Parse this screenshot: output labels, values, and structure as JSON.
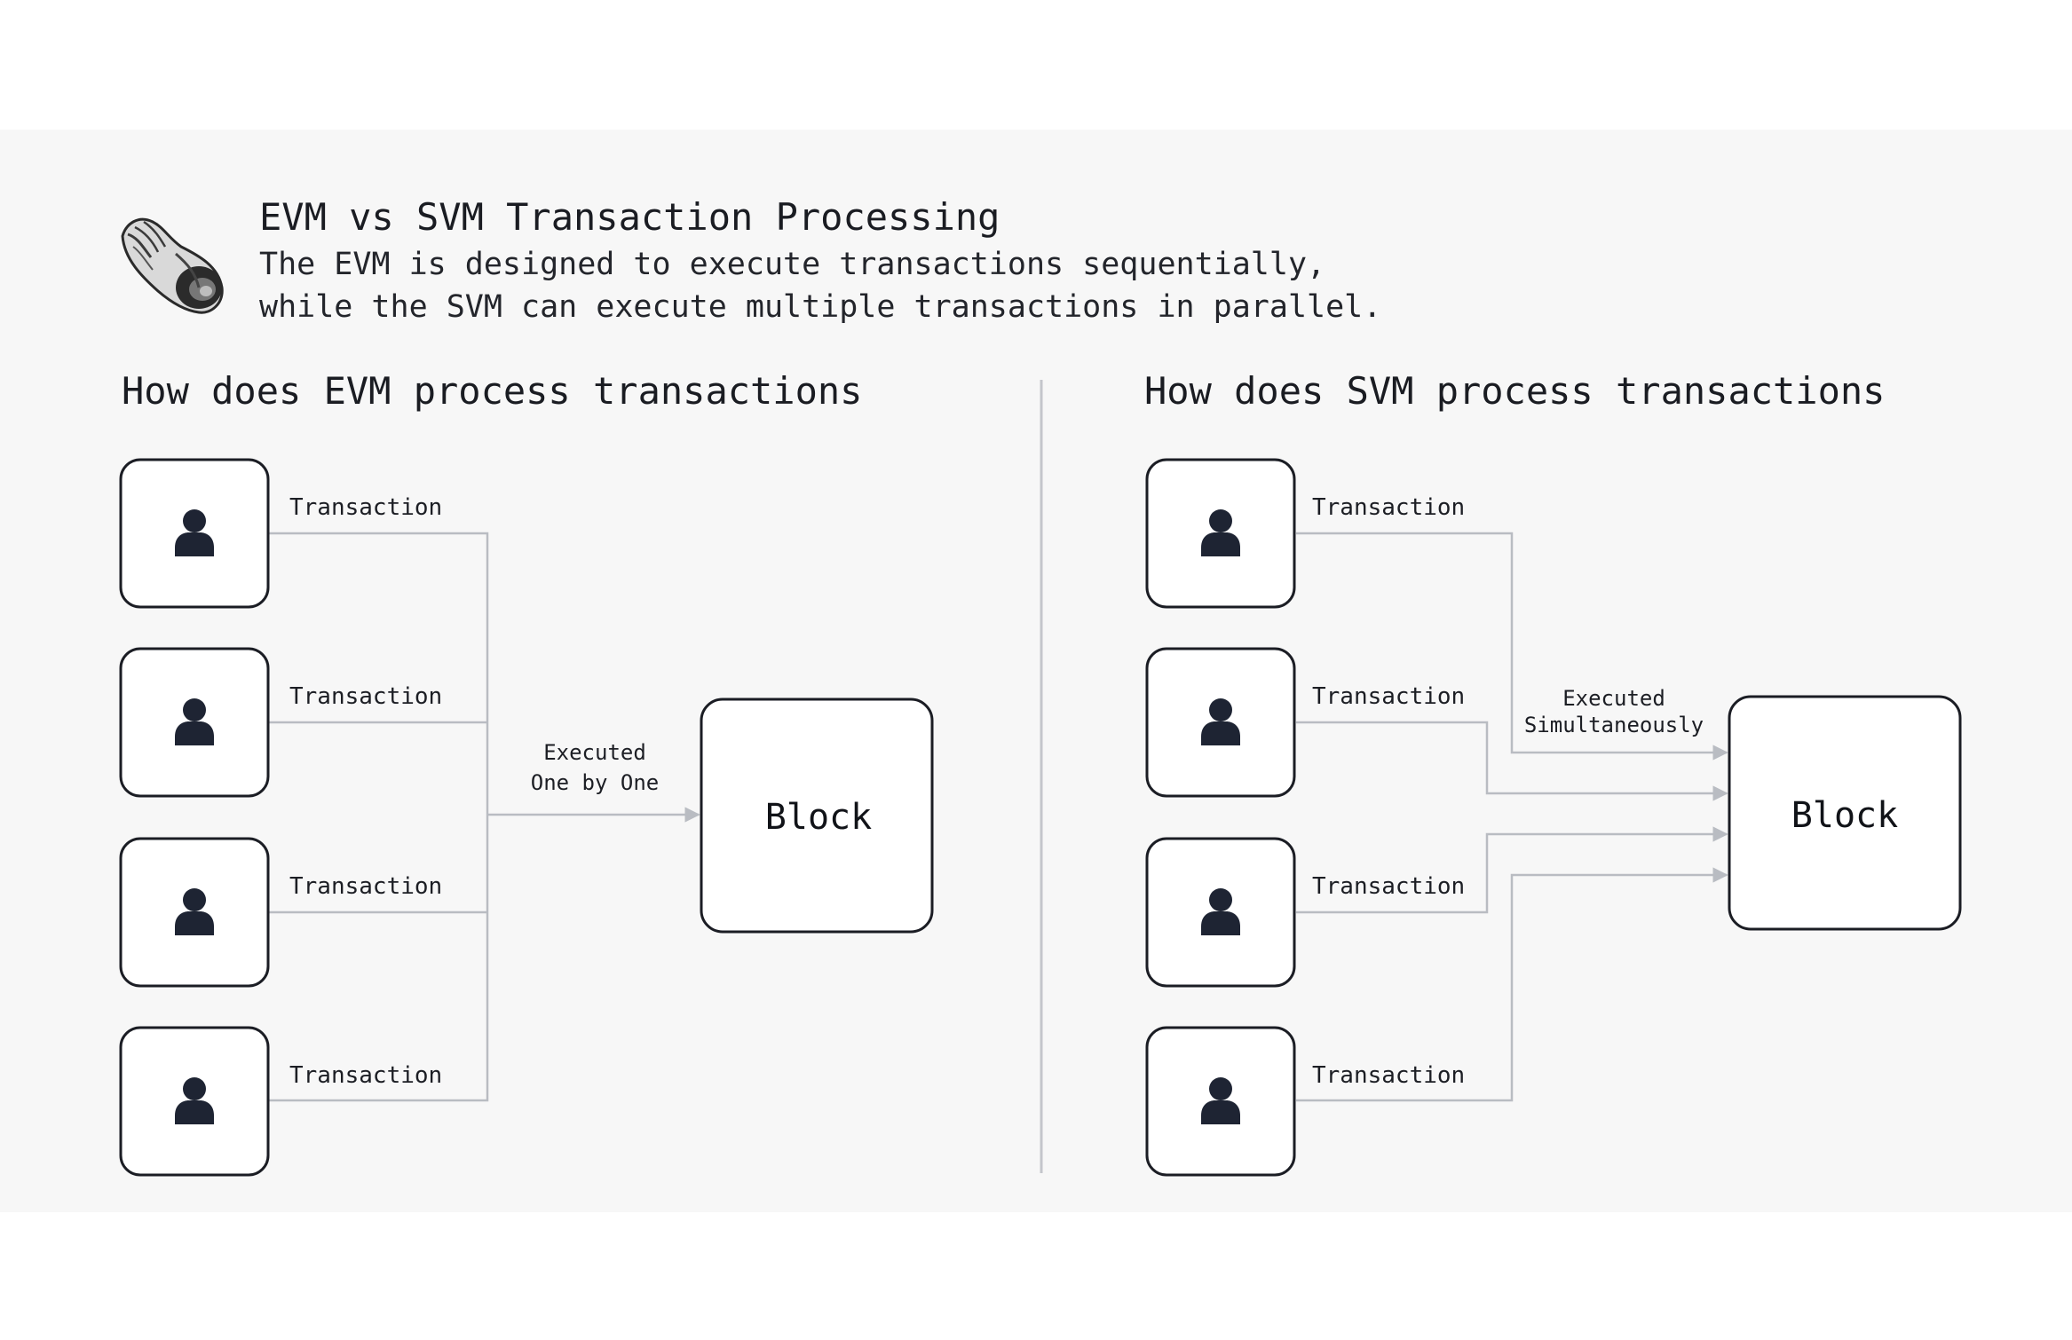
{
  "header": {
    "title": "EVM vs SVM Transaction Processing",
    "subtitle_line1": "The EVM is designed to execute transactions sequentially,",
    "subtitle_line2": "while the SVM can execute multiple transactions in parallel.",
    "logo_icon": "seashell-icon"
  },
  "evm": {
    "heading": "How does EVM process transactions",
    "transactions": [
      "Transaction",
      "Transaction",
      "Transaction",
      "Transaction"
    ],
    "exec_label_line1": "Executed",
    "exec_label_line2": "One by One",
    "block_label": "Block"
  },
  "svm": {
    "heading": "How does SVM process transactions",
    "transactions": [
      "Transaction",
      "Transaction",
      "Transaction",
      "Transaction"
    ],
    "exec_label_line1": "Executed",
    "exec_label_line2": "Simultaneously",
    "block_label": "Block"
  },
  "colors": {
    "background": "#f7f7f7",
    "box_stroke": "#1b1d24",
    "connector": "#b9bcc2",
    "user_icon": "#1e2433"
  }
}
